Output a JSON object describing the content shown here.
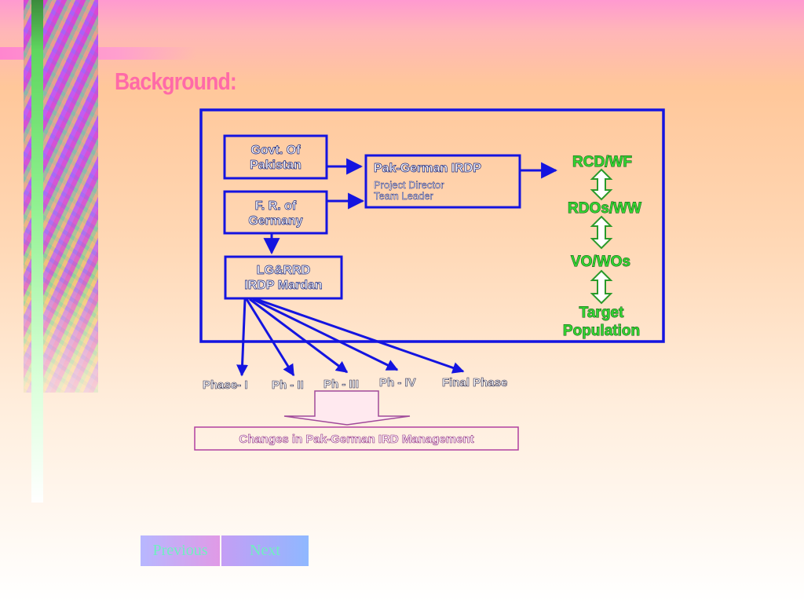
{
  "slide": {
    "title": "Background:"
  },
  "diagram": {
    "boxes": {
      "govt": [
        "Govt. Of",
        "Pakistan"
      ],
      "fr": [
        "F. R. of",
        "Germany"
      ],
      "lgrrd": [
        "LG&RRD",
        "IRDP Mardan"
      ],
      "irdp": {
        "title": "Pak-German IRDP",
        "lines": [
          "Project Director",
          "Team Leader"
        ]
      }
    },
    "chain": {
      "rcd": "RCD/WF",
      "rdos": "RDOs/WW",
      "vo": "VO/WOs",
      "target": [
        "Target",
        "Population"
      ]
    },
    "phases": [
      "Phase- I",
      "Ph - II",
      "Ph - III",
      "Ph - IV",
      "Final Phase"
    ],
    "changes": "Changes in Pak-German IRD Management"
  },
  "nav": {
    "previous": "Previous",
    "next": "Next"
  },
  "colors": {
    "diagram_blue": "#1414e0",
    "label_green": "#32d232",
    "title_pink": "#ff6aa8",
    "changes_border": "#b040a0"
  }
}
